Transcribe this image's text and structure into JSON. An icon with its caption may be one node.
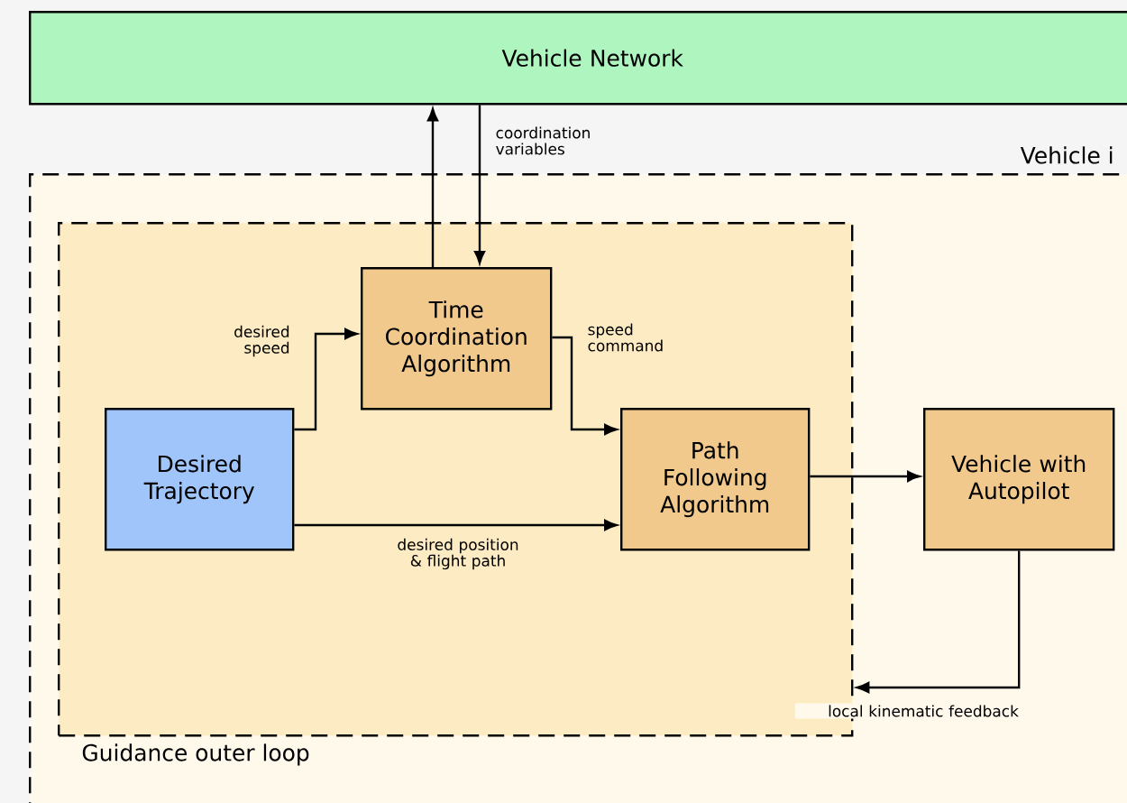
{
  "diagram": {
    "nodes": [
      {
        "text": [
          "Vehicle Network"
        ]
      },
      {
        "text": [
          "Vehicle i"
        ]
      },
      {
        "text": [
          "Guidance outer loop"
        ],
        "in": 1
      },
      {
        "text": [
          "Time Coordination Algorithm"
        ],
        "in": 2
      },
      {
        "text": [
          "Desired Trajectory"
        ],
        "in": 2
      },
      {
        "text": [
          "Path Following Algorithm"
        ],
        "in": 2
      },
      {
        "text": [
          "Vehicle with Autopilot"
        ],
        "in": 1
      }
    ],
    "edges": [
      {
        "from": 3,
        "to": 0,
        "arrow": "to"
      },
      {
        "from": 0,
        "to": 3,
        "arrow": "to",
        "label": "coordination variables"
      },
      {
        "from": 4,
        "to": 3,
        "arrow": "to",
        "label": "desired speed"
      },
      {
        "from": 3,
        "to": 5,
        "arrow": "to",
        "label": "speed command"
      },
      {
        "from": 4,
        "to": 5,
        "arrow": "to",
        "label": "desired position & flight path"
      },
      {
        "from": 5,
        "to": 6,
        "arrow": "to"
      },
      {
        "from": 6,
        "to": 2,
        "arrow": "to",
        "label": "local kinematic feedback"
      }
    ]
  }
}
